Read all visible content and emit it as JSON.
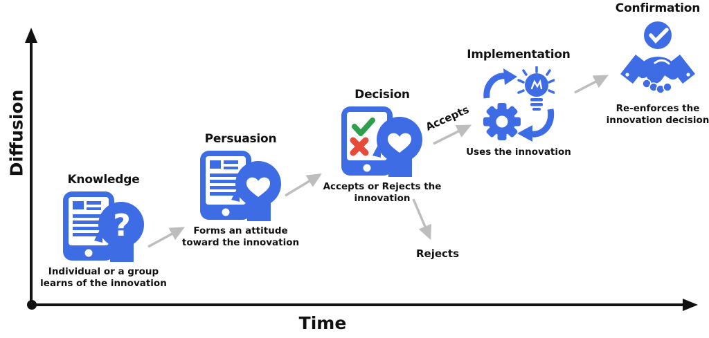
{
  "axes": {
    "y_label": "Diffusion",
    "x_label": "Time"
  },
  "stages": [
    {
      "id": "knowledge",
      "title": "Knowledge",
      "caption": "Individual or a group\nlearns of the innovation",
      "icon": "tablet-document-question-head-icon"
    },
    {
      "id": "persuasion",
      "title": "Persuasion",
      "caption": "Forms an attitude\ntoward the innovation",
      "icon": "tablet-document-heart-head-icon"
    },
    {
      "id": "decision",
      "title": "Decision",
      "caption": "Accepts or Rejects the\ninnovation",
      "icon": "tablet-check-cross-heart-head-icon"
    },
    {
      "id": "implementation",
      "title": "Implementation",
      "caption": "Uses the innovation",
      "icon": "gear-lightbulb-cycle-icon"
    },
    {
      "id": "confirmation",
      "title": "Confirmation",
      "caption": "Re-enforces the\ninnovation decision",
      "icon": "handshake-check-icon"
    }
  ],
  "flow": {
    "accepts_label": "Accepts",
    "rejects_label": "Rejects"
  },
  "colors": {
    "icon_blue": "#3D6CE5",
    "check_green": "#2E9E4C",
    "cross_red": "#E64A3B",
    "arrow_gray": "#BDBDBD",
    "ink": "#111111"
  }
}
